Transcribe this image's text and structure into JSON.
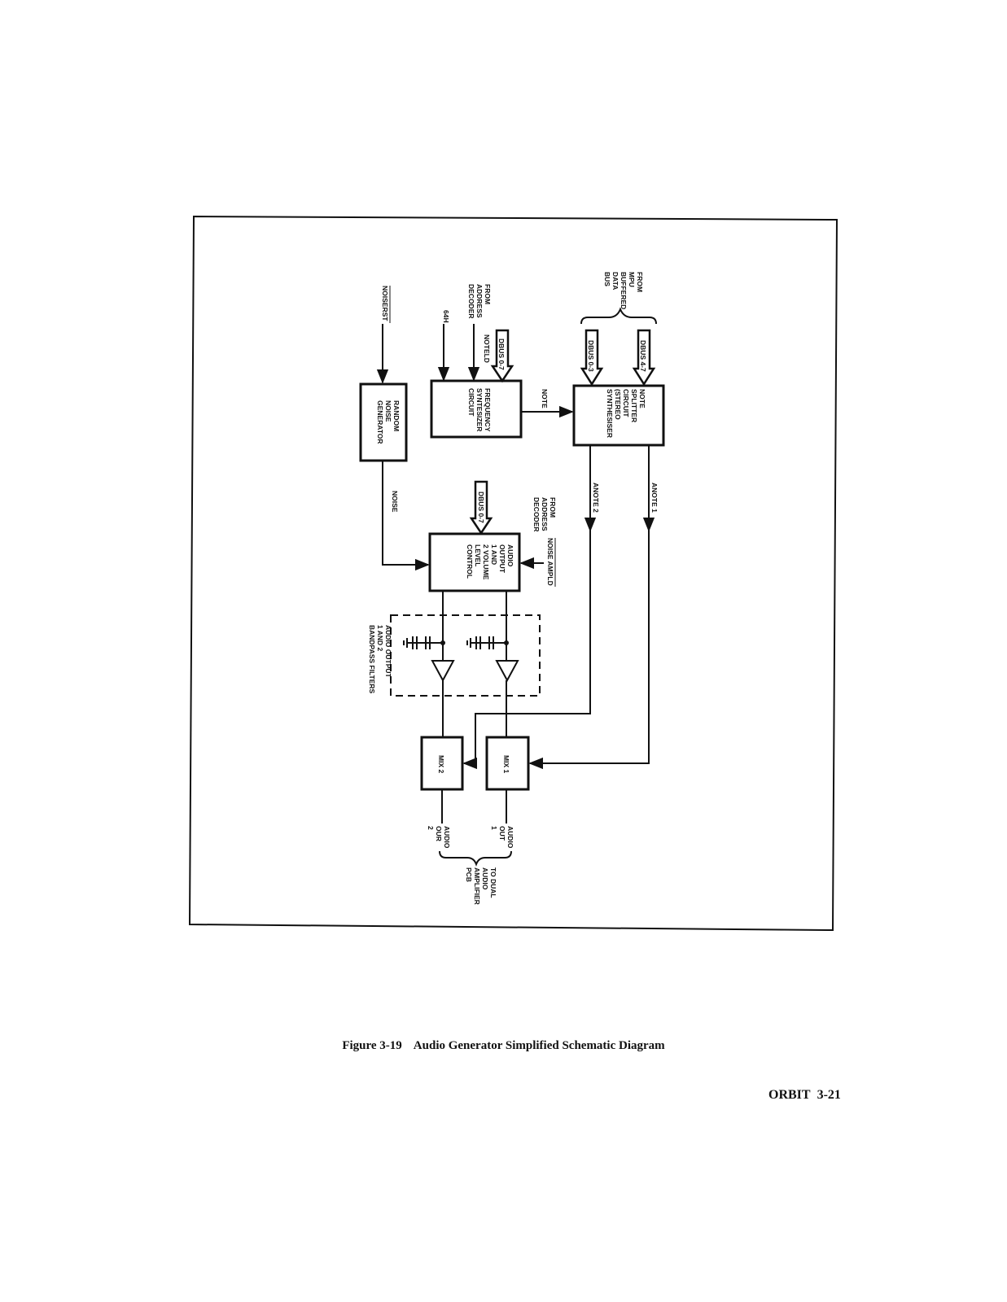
{
  "diagram": {
    "source_labels": {
      "from_mpu": [
        "FROM",
        "MPU",
        "BUFFERED",
        "DATA",
        "BUS"
      ],
      "from_address_decoder_top": [
        "FROM",
        "ADDRESS",
        "DECODER"
      ],
      "from_address_decoder_mid": [
        "FROM",
        "ADDRESS",
        "DECODER"
      ]
    },
    "signals": {
      "noisersta": "NOISERST",
      "h64": "64H",
      "noteld": "NOTELD",
      "dbus07_top": "DBUS 0-7",
      "dbus03": "DBUS 0-3",
      "dbus47": "DBUS 4-7",
      "note": "NOTE",
      "noise": "NOISE",
      "dbus07_mid": "DBUS 0-7",
      "noise_ampld": "NOISE AMPLD",
      "anote1": "ANOTE 1",
      "anote2": "ANOTE 2"
    },
    "blocks": {
      "random_noise_generator": [
        "RANDOM",
        "NOISE",
        "GENERATOR"
      ],
      "frequency_synthesizer": [
        "FREQUENCY",
        "SYNTESIZER",
        "CIRCUIT"
      ],
      "note_splitter": [
        "NOTE",
        "SPLITTER",
        "CIRCUIT",
        "(STEREO",
        "SYNTHESISER"
      ],
      "audio_output_control": [
        "AUDIO",
        "OUTPUT",
        "1 AND",
        "2 VOLUME",
        "LEVEL",
        "CONTROL"
      ],
      "mix1": "MIX 1",
      "mix2": "MIX 2"
    },
    "filters_label": [
      "AUDIO OUTPUT",
      "1 AND 2",
      "BANDPASS FILTERS"
    ],
    "outputs": {
      "audio_out_1": [
        "AUDIO",
        "OUT",
        "1"
      ],
      "audio_out_2": [
        "AUDIO",
        "OUR",
        "2"
      ],
      "to_dual_amplifier": [
        "TO DUAL",
        "AUDIO",
        "AMPLIFIER",
        "PCB"
      ]
    }
  },
  "caption": {
    "number": "Figure 3-19",
    "title": "Audio Generator Simplified Schematic Diagram"
  },
  "page_footer": {
    "title": "ORBIT",
    "page": "3-21"
  }
}
